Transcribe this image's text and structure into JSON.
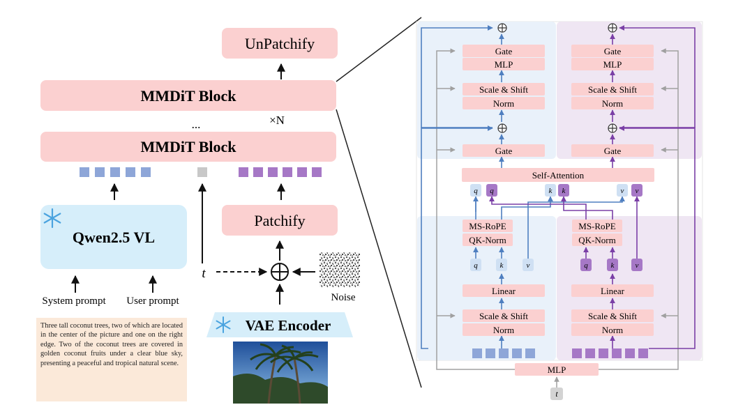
{
  "left": {
    "unpatchify_label": "UnPatchify",
    "mmdit_top_label": "MMDiT Block",
    "mmdit_bottom_label": "MMDiT Block",
    "ellipsis": "...",
    "repeat_label": "×N",
    "qwen_label": "Qwen2.5 VL",
    "system_prompt_label": "System prompt",
    "user_prompt_label": "User prompt",
    "t_label": "t",
    "plus_symbol": "⊕",
    "patchify_label": "Patchify",
    "noise_label": "Noise",
    "vae_label": "VAE Encoder",
    "prompt_text": "Three tall coconut trees, two of which are located in the center of the picture and one on the right edge. Two of the coconut trees are covered in golden coconut fruits under a clear blue sky, presenting a peaceful and tropical natural scene."
  },
  "right": {
    "plus_symbol": "⊕",
    "left_gate_top": "Gate",
    "left_mlp": "MLP",
    "left_scale_shift_top": "Scale & Shift",
    "left_norm_top": "Norm",
    "left_gate_mid": "Gate",
    "right_gate_top": "Gate",
    "right_mlp": "MLP",
    "right_scale_shift_top": "Scale & Shift",
    "right_norm_top": "Norm",
    "right_gate_mid": "Gate",
    "self_attention": "Self-Attention",
    "q": "q",
    "k": "k",
    "v": "v",
    "left_ms_rope": "MS-RoPE",
    "left_qk_norm": "QK-Norm",
    "left_linear": "Linear",
    "left_scale_shift_bottom": "Scale & Shift",
    "left_norm_bottom": "Norm",
    "right_ms_rope": "MS-RoPE",
    "right_qk_norm": "QK-Norm",
    "right_linear": "Linear",
    "right_scale_shift_bottom": "Scale & Shift",
    "right_norm_bottom": "Norm",
    "mlp_bottom": "MLP",
    "t_label": "t"
  },
  "colors": {
    "block_pink": "#fbd0d0",
    "qwen_blue": "#d6eefa",
    "text_token_blue": "#8ea6d8",
    "image_token_purple": "#a678c6",
    "panel_blue": "#e9f1fa",
    "panel_purple": "#efe6f3",
    "arrow_blue": "#4f7fc0",
    "arrow_purple": "#7a3fa6",
    "arrow_gray": "#a0a0a0",
    "caption_bg": "#fbe9d9"
  },
  "icons": [
    "snowflake-icon",
    "plus-circle-icon",
    "noise-image",
    "palm-tree-photo"
  ]
}
